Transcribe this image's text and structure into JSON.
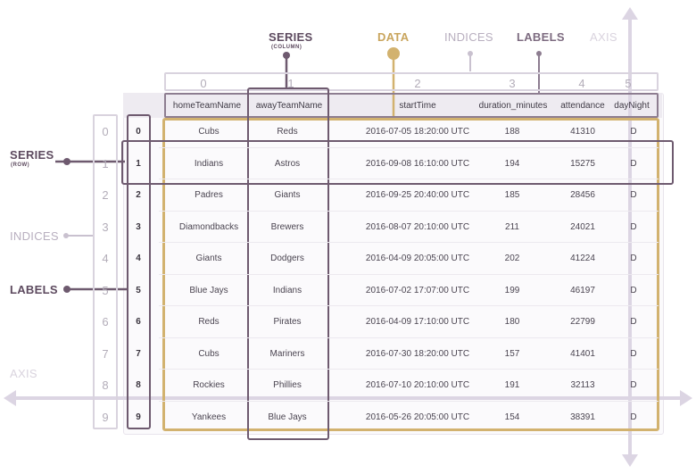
{
  "callouts": {
    "series_column": "SERIES",
    "series_column_sub": "(COLUMN)",
    "data": "DATA",
    "indices_top": "INDICES",
    "labels_top": "LABELS",
    "axis_top": "AXIS",
    "series_row": "SERIES",
    "series_row_sub": "(ROW)",
    "indices_left": "INDICES",
    "labels_left": "LABELS",
    "axis_left": "AXIS"
  },
  "colors": {
    "data_gold": "#d2b26f",
    "label_purple": "#6e5a6f",
    "faint_purple": "#b8afbf",
    "axis_light": "#d7cfe0"
  },
  "column_indices": [
    "0",
    "1",
    "2",
    "3",
    "4",
    "5"
  ],
  "columns": [
    "homeTeamName",
    "awayTeamName",
    "startTime",
    "duration_minutes",
    "attendance",
    "dayNight"
  ],
  "row_indices": [
    "0",
    "1",
    "2",
    "3",
    "4",
    "5",
    "6",
    "7",
    "8",
    "9"
  ],
  "row_labels": [
    "0",
    "1",
    "2",
    "3",
    "4",
    "5",
    "6",
    "7",
    "8",
    "9"
  ],
  "rows": [
    [
      "Cubs",
      "Reds",
      "2016-07-05 18:20:00 UTC",
      "188",
      "41310",
      "D"
    ],
    [
      "Indians",
      "Astros",
      "2016-09-08 16:10:00 UTC",
      "194",
      "15275",
      "D"
    ],
    [
      "Padres",
      "Giants",
      "2016-09-25 20:40:00 UTC",
      "185",
      "28456",
      "D"
    ],
    [
      "Diamondbacks",
      "Brewers",
      "2016-08-07 20:10:00 UTC",
      "211",
      "24021",
      "D"
    ],
    [
      "Giants",
      "Dodgers",
      "2016-04-09 20:05:00 UTC",
      "202",
      "41224",
      "D"
    ],
    [
      "Blue Jays",
      "Indians",
      "2016-07-02 17:07:00 UTC",
      "199",
      "46197",
      "D"
    ],
    [
      "Reds",
      "Pirates",
      "2016-04-09 17:10:00 UTC",
      "180",
      "22799",
      "D"
    ],
    [
      "Cubs",
      "Mariners",
      "2016-07-30 18:20:00 UTC",
      "157",
      "41401",
      "D"
    ],
    [
      "Rockies",
      "Phillies",
      "2016-07-10 20:10:00 UTC",
      "191",
      "32113",
      "D"
    ],
    [
      "Yankees",
      "Blue Jays",
      "2016-05-26 20:05:00 UTC",
      "154",
      "38391",
      "D"
    ]
  ]
}
